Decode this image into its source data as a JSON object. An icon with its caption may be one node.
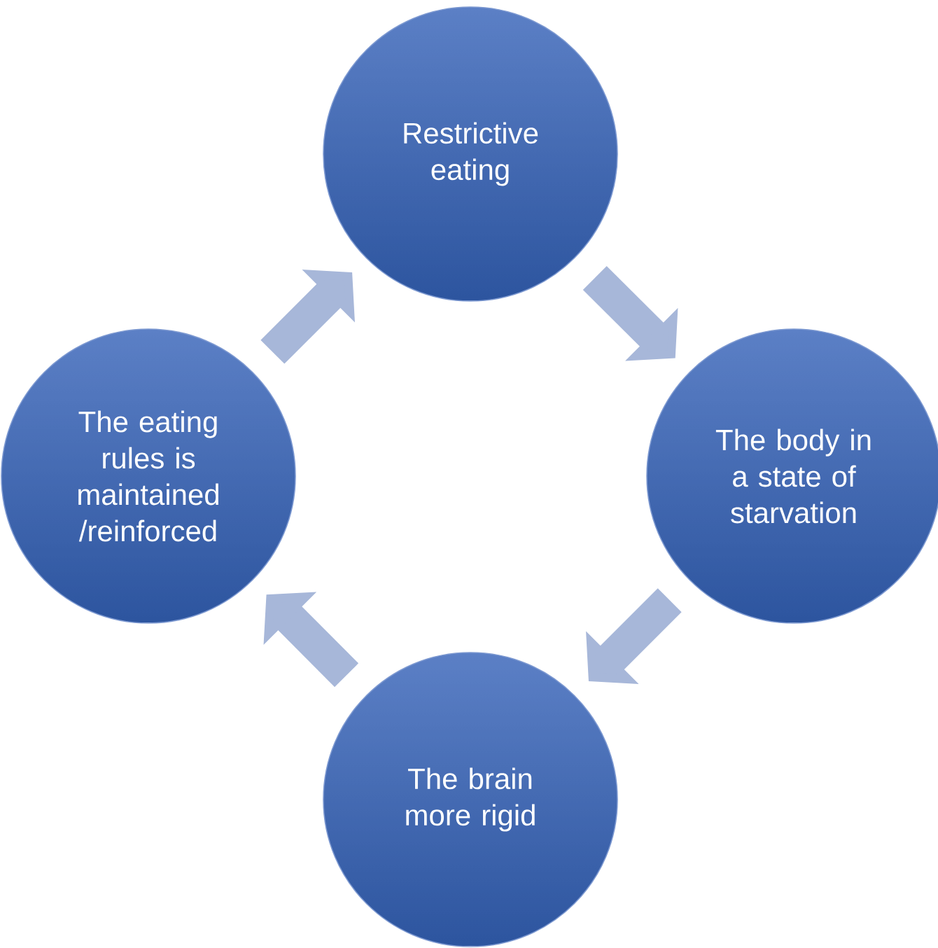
{
  "diagram": {
    "nodes": [
      {
        "text": [
          "Restrictive eating"
        ]
      },
      {
        "text": [
          "The body in a state of starvation"
        ]
      },
      {
        "text": [
          "The brain more rigid"
        ]
      },
      {
        "text": [
          "The eating rules is maintained /reinforced"
        ]
      }
    ],
    "edges": [
      {
        "from": 0,
        "to": 1,
        "arrow": "to"
      },
      {
        "from": 1,
        "to": 2,
        "arrow": "to"
      },
      {
        "from": 2,
        "to": 3,
        "arrow": "to"
      },
      {
        "from": 3,
        "to": 0,
        "arrow": "to"
      }
    ]
  }
}
